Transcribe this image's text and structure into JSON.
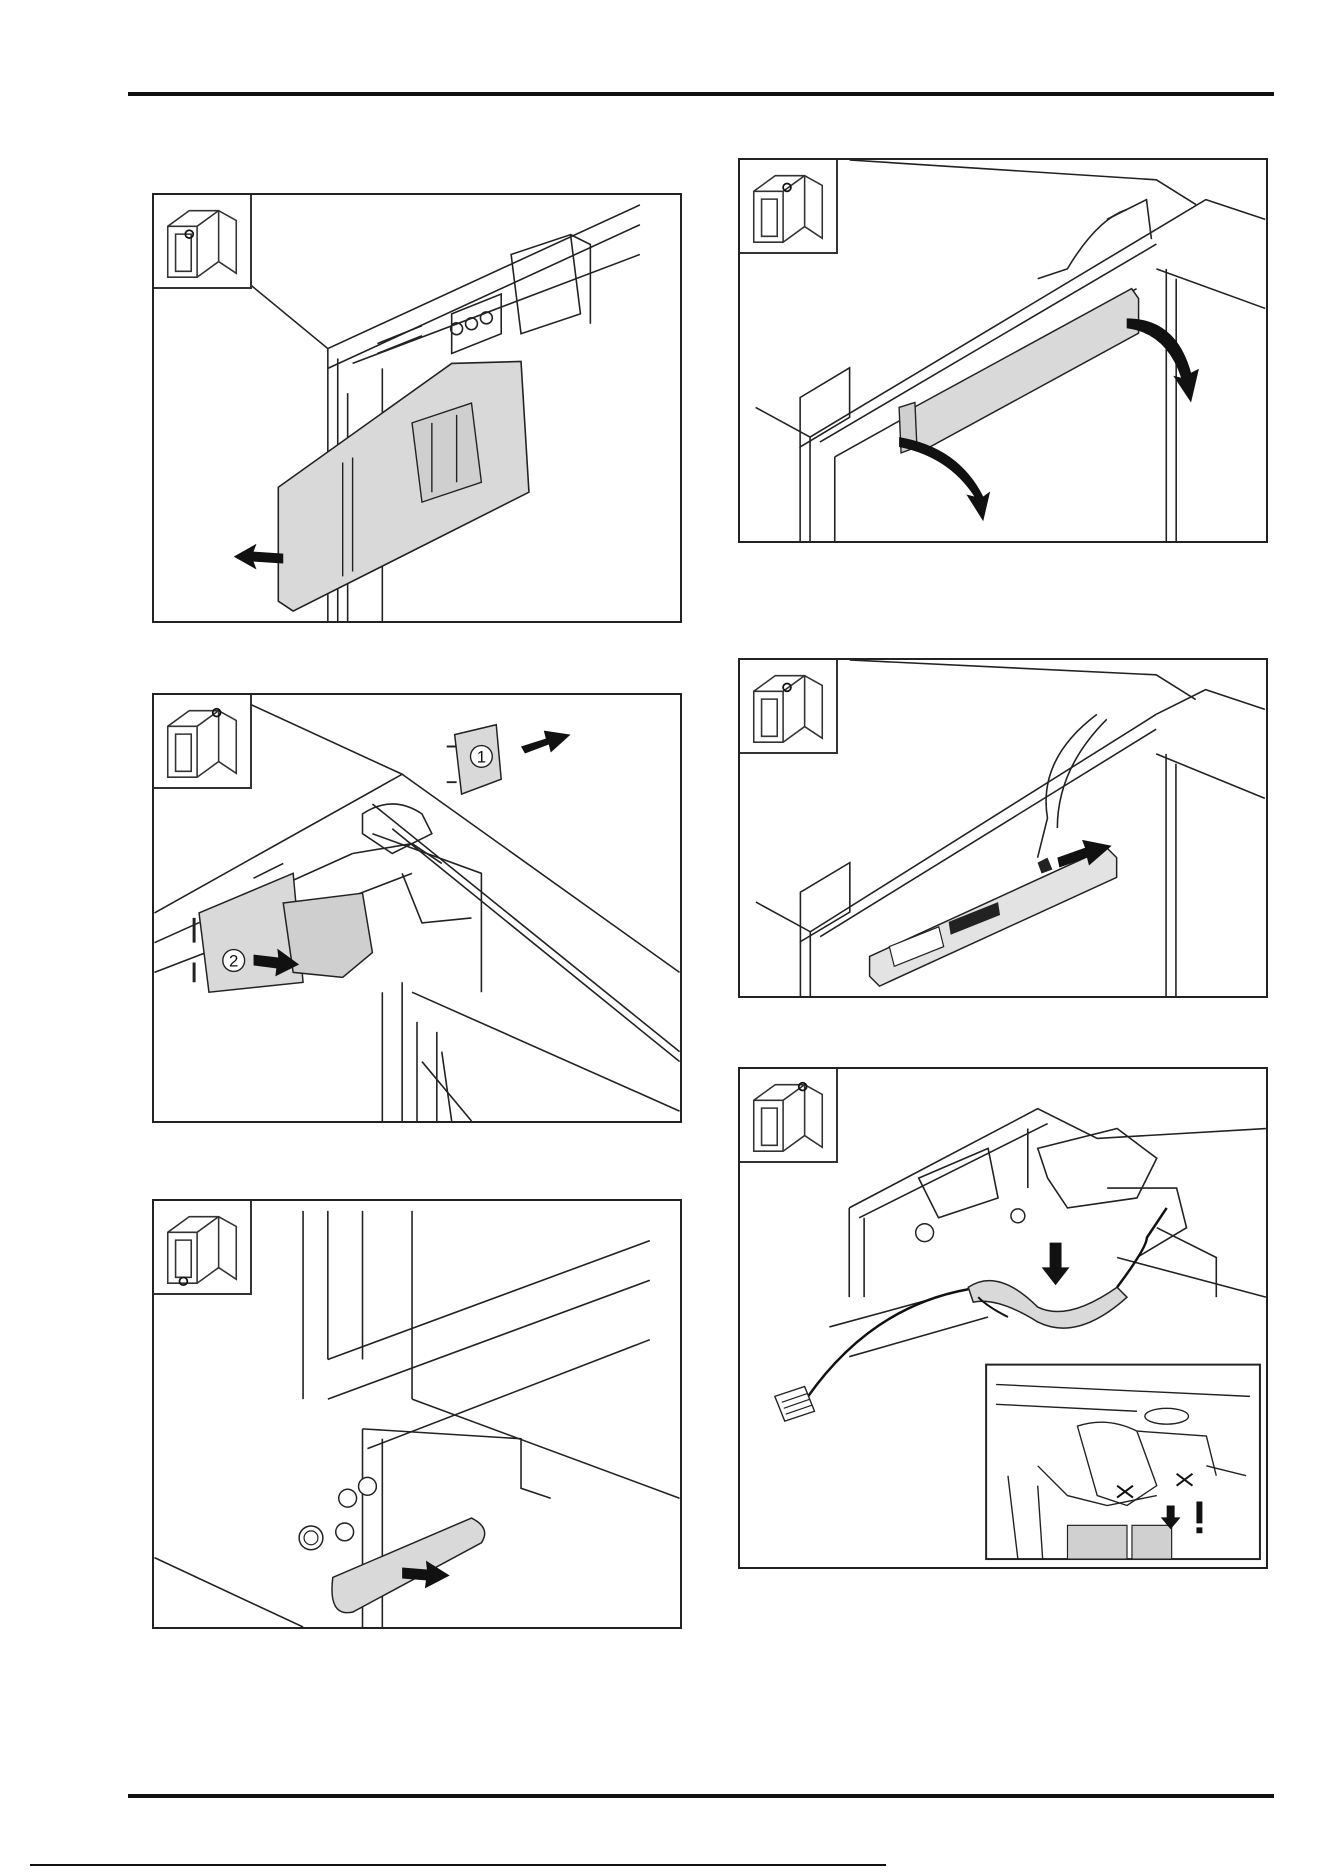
{
  "page": {
    "background": "#ffffff",
    "ink": "#111111",
    "part_fill": "#d9d9d9"
  },
  "figures": [
    {
      "id": "fig-1",
      "column": "left",
      "description_icon": "cabinet-locator-icon",
      "locator_marker": "top-front-left",
      "arrow": "pull-left"
    },
    {
      "id": "fig-2",
      "column": "left",
      "description_icon": "cabinet-locator-icon",
      "locator_marker": "top-back-right",
      "callouts": [
        "1",
        "2"
      ]
    },
    {
      "id": "fig-3",
      "column": "left",
      "description_icon": "cabinet-locator-icon",
      "locator_marker": "bottom-front-left",
      "arrow": "pull-right"
    },
    {
      "id": "fig-4",
      "column": "right",
      "description_icon": "cabinet-locator-icon",
      "locator_marker": "top-front-left",
      "arrow": "swing-down"
    },
    {
      "id": "fig-5",
      "column": "right",
      "description_icon": "cabinet-locator-icon",
      "locator_marker": "top-front-left",
      "arrow": "push-right"
    },
    {
      "id": "fig-6",
      "column": "right",
      "description_icon": "cabinet-locator-icon",
      "locator_marker": "top-back-right",
      "arrow": "push-down",
      "has_detail_inset": true
    }
  ]
}
